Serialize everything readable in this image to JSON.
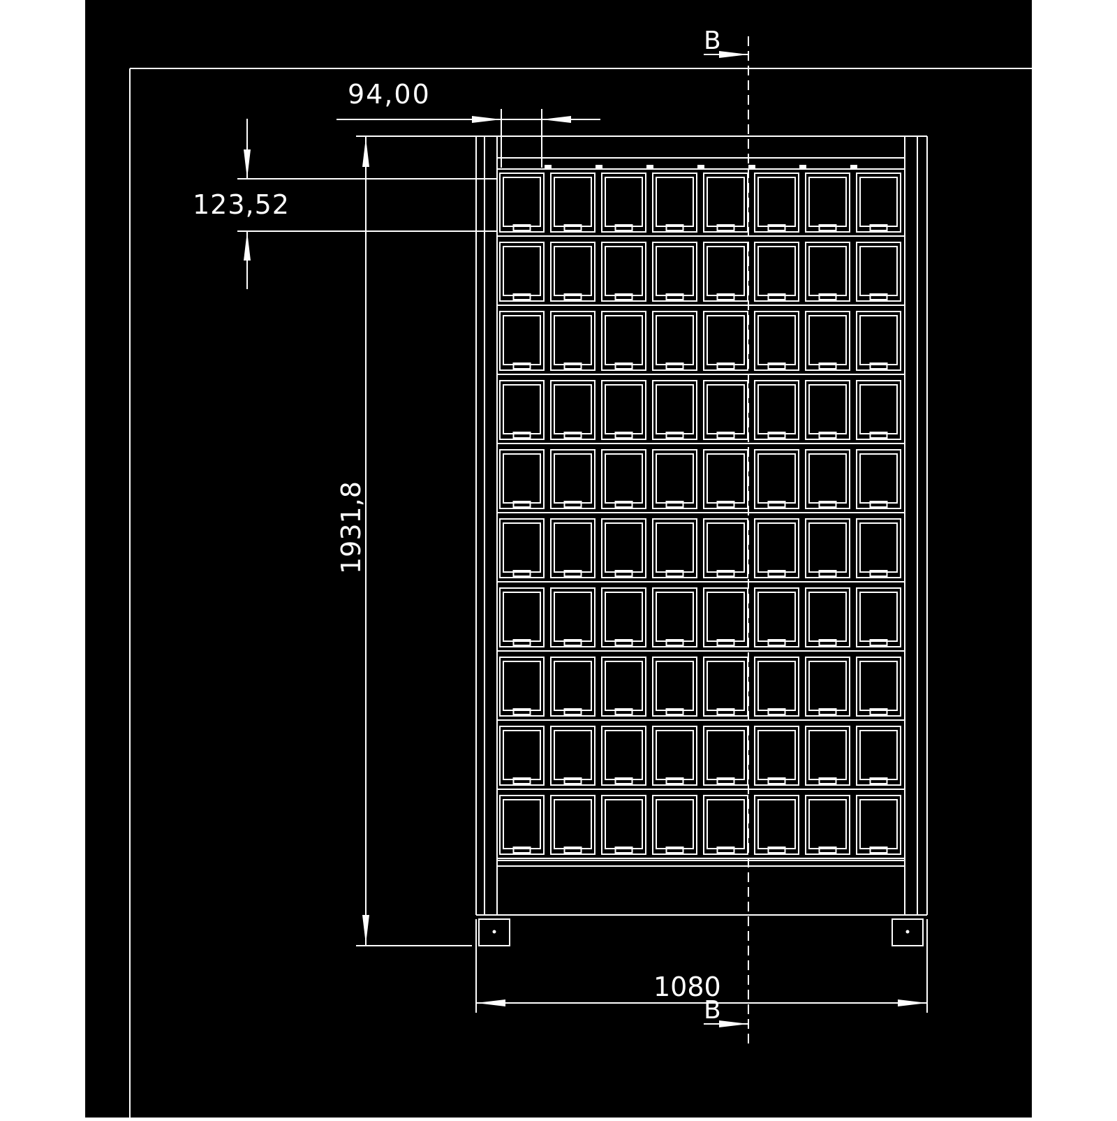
{
  "colors": {
    "background": "#000000",
    "stroke": "#ffffff",
    "paper": "#ffffff"
  },
  "drawing": {
    "section_marker_top": "B",
    "section_marker_bottom": "B",
    "grid": {
      "columns": 8,
      "rows": 10
    }
  },
  "dimensions": {
    "bin_width": "94,00",
    "bin_height": "123,52",
    "overall_height": "1931,8",
    "overall_width": "1080"
  }
}
